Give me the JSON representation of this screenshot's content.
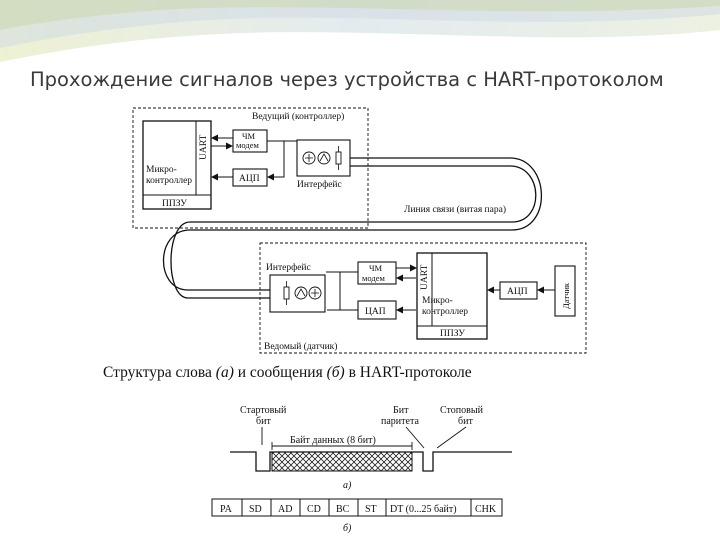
{
  "slide": {
    "title": "Прохождение сигналов через устройства с HART-протоколом",
    "subtitle": {
      "part1": "Структура слова ",
      "a": "(а)",
      "part2": " и сообщения ",
      "b": "(б)",
      "part3": " в HART-протоколе"
    }
  },
  "master": {
    "title": "Ведущий (контроллер)",
    "uart": "UART",
    "fm_modem": [
      "ЧМ",
      "модем"
    ],
    "adc": "АЦП",
    "microcontroller": [
      "Микро-",
      "контроллер"
    ],
    "rom": "ППЗУ",
    "interface": "Интерфейс"
  },
  "link": "Линия связи (витая пара)",
  "slave": {
    "title": "Ведомый (датчик)",
    "interface": "Интерфейс",
    "fm_modem": [
      "ЧМ",
      "модем"
    ],
    "dac": "ЦАП",
    "uart": "UART",
    "microcontroller": [
      "Микро-",
      "контроллер"
    ],
    "rom": "ППЗУ",
    "adc": "АЦП",
    "sensor": "Датчик"
  },
  "word": {
    "start_bit": [
      "Стартовый",
      "бит"
    ],
    "parity_bit": [
      "Бит",
      "паритета"
    ],
    "stop_bit": [
      "Стоповый",
      "бит"
    ],
    "data_byte": "Байт данных (8 бит)",
    "caption_a": "а)"
  },
  "message": {
    "fields": [
      "PA",
      "SD",
      "AD",
      "CD",
      "BC",
      "ST",
      "DT (0...25 байт)",
      "CHK"
    ],
    "caption_b": "б)"
  }
}
